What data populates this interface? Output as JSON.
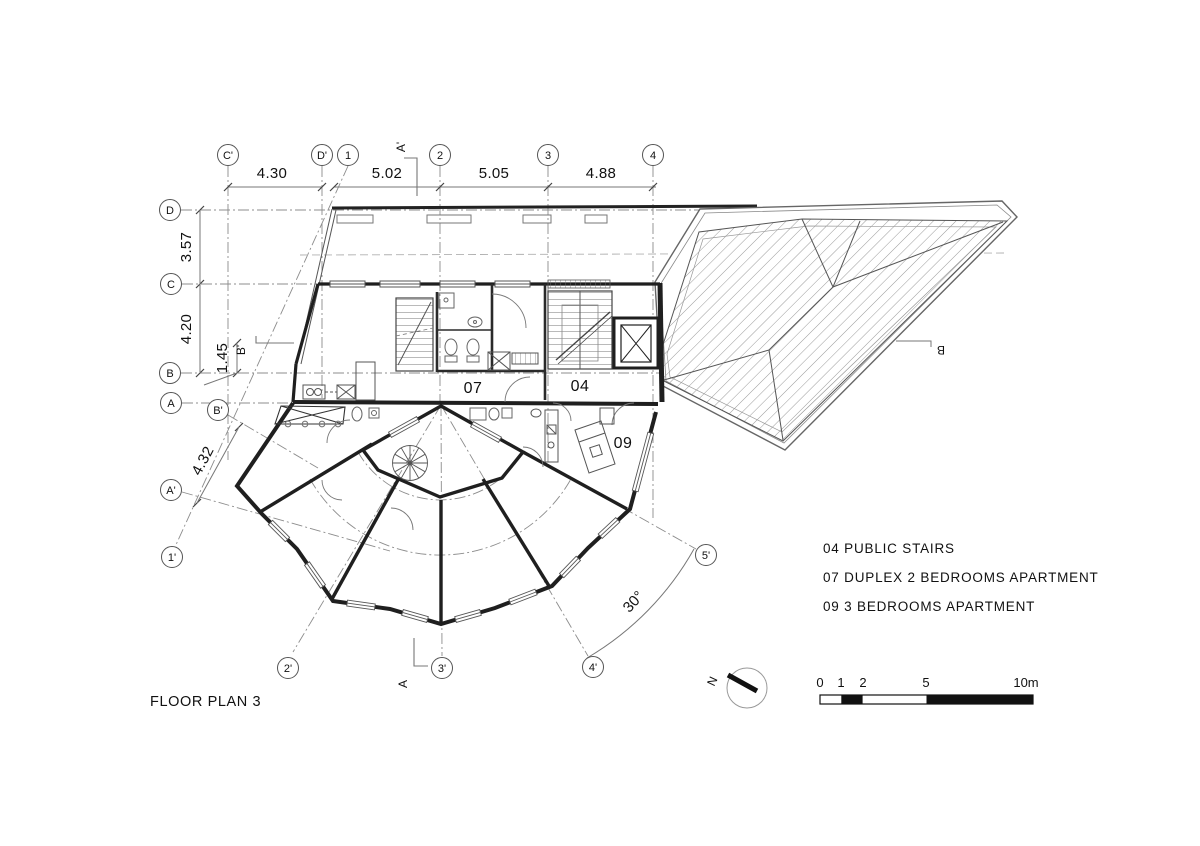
{
  "title": "FLOOR PLAN 3",
  "rooms": {
    "stairs": "04",
    "duplex": "07",
    "threebed": "09"
  },
  "legend": {
    "items": [
      "04 PUBLIC STAIRS",
      "07 DUPLEX 2 BEDROOMS APARTMENT",
      "09 3 BEDROOMS APARTMENT"
    ]
  },
  "grid": {
    "top": [
      "C'",
      "D'",
      "1",
      "2",
      "3",
      "4"
    ],
    "left": [
      "D",
      "C",
      "B",
      "A",
      "B'"
    ],
    "lower_left": [
      "A'",
      "1'"
    ],
    "bottom": [
      "2'",
      "3'",
      "4'",
      "5'"
    ]
  },
  "sections": {
    "top": "A'",
    "bottom": "A",
    "right": "B",
    "left": "B'"
  },
  "dims": {
    "top": [
      "4.30",
      "5.02",
      "5.05",
      "4.88"
    ],
    "left": [
      "3.57",
      "4.20",
      "1.45"
    ],
    "diag": "4.32"
  },
  "angle": "30°",
  "north": "N",
  "scale": {
    "labels": [
      "0",
      "1",
      "2",
      "5",
      "10m"
    ]
  },
  "colors": {
    "wall": "#1f1f1f",
    "medium": "#555555",
    "grid": "#8c8c8c",
    "hatch": "#9a9a9a"
  }
}
